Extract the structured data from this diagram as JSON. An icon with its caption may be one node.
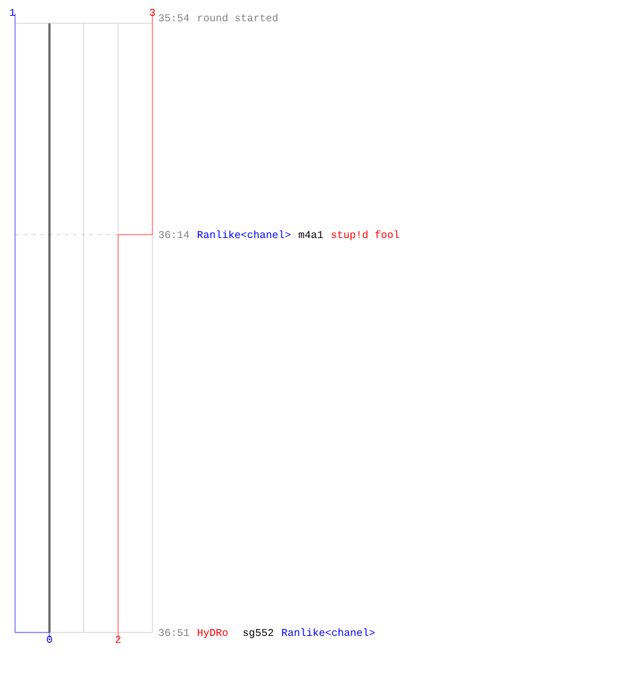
{
  "diagram": {
    "labels": [
      "1",
      "3",
      "0",
      "2",
      "35:54",
      "round started",
      "36:14",
      "Ranlike<chanel>",
      "m4a1",
      "stup!d fool",
      "36:51",
      "HyDRo",
      "sg552",
      "Ranlike<chanel>"
    ]
  }
}
